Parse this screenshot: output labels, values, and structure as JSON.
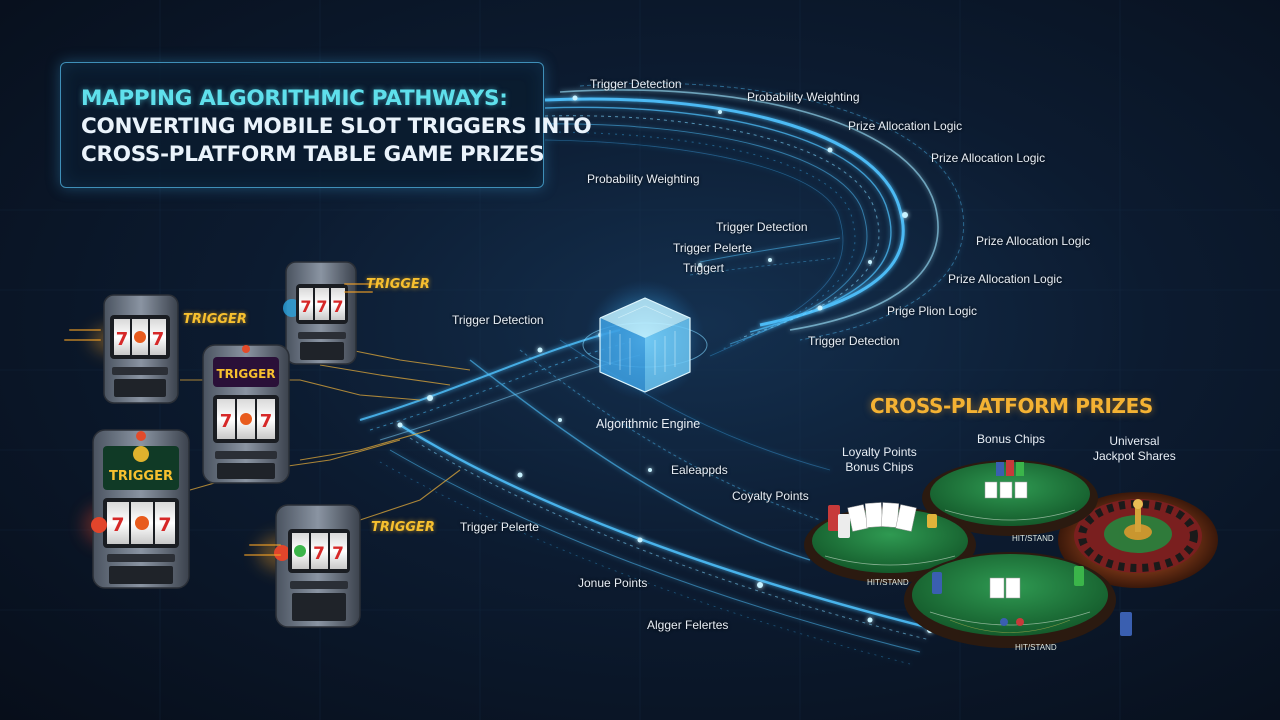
{
  "title": {
    "line1": "MAPPING ALGORITHMIC PATHWAYS:",
    "line2": "CONVERTING MOBILE SLOT TRIGGERS INTO",
    "line3": "CROSS-PLATFORM TABLE GAME PRIZES"
  },
  "path_labels": [
    "Trigger Detection",
    "Probability Weighting",
    "Prize Allocation Logic",
    "Prize Allocation Logic",
    "Probability Weighting",
    "Trigger Detection",
    "Trigger Pelerte",
    "Triggert",
    "Prize Allocation Logic",
    "Prize Allocation Logic",
    "Prige Plion Logic",
    "Trigger Detection",
    "Trigger Detection",
    "Ealeappds",
    "Coyalty Points",
    "Trigger Pelerte",
    "Jonue Points",
    "Algger Felertes"
  ],
  "engine_label": "Algorithmic Engine",
  "slot_trigger_text": "TRIGGER",
  "slot_symbol": "7",
  "prizes": {
    "title": "CROSS-PLATFORM PRIZES",
    "loyalty": "Loyalty Points\nBonus Chips",
    "bonus_chips": "Bonus Chips",
    "jackpot": "Universal\nJackpot Shares",
    "table_label": "HIT/STAND"
  },
  "colors": {
    "title_accent": "#5fe0ec",
    "path_glow": "#4fc3ff",
    "prize_title": "#f4b233",
    "trigger_text": "#f7c02f",
    "table_felt": "#1f7a3c"
  }
}
